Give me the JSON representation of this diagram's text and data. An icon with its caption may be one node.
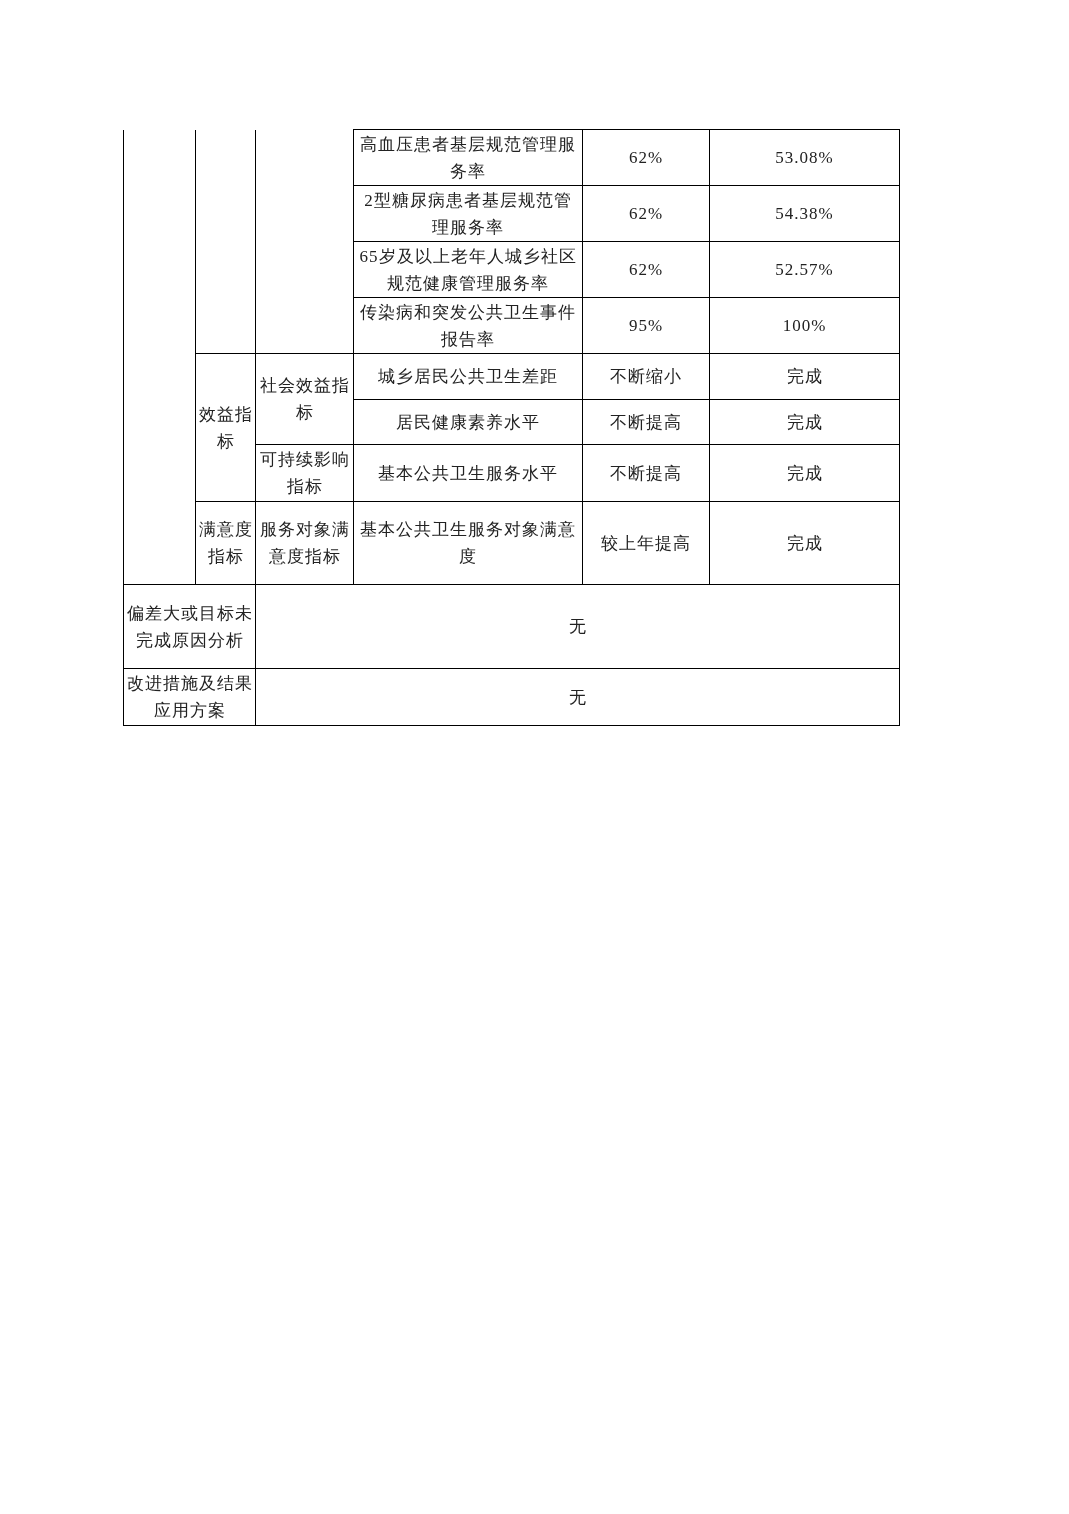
{
  "diagram": {
    "labels": [
      "高血压患者基层规范管理服务率",
      "62%",
      "53.08%",
      "2型糖尿病患者基层规范管理服务率",
      "62%",
      "54.38%",
      "65岁及以上老年人城乡社区规范健康管理服务率",
      "62%",
      "52.57%",
      "传染病和突发公共卫生事件报告率",
      "95%",
      "100%",
      "效益指标",
      "社会效益指标",
      "城乡居民公共卫生差距",
      "不断缩小",
      "完成",
      "居民健康素养水平",
      "不断提高",
      "完成",
      "可持续影响指标",
      "基本公共卫生服务水平",
      "不断提高",
      "完成",
      "满意度指标",
      "服务对象满意度指标",
      "基本公共卫生服务对象满意度",
      "较上年提高",
      "完成",
      "偏差大或目标未完成原因分析",
      "无",
      "改进措施及结果应用方案",
      "无"
    ]
  }
}
